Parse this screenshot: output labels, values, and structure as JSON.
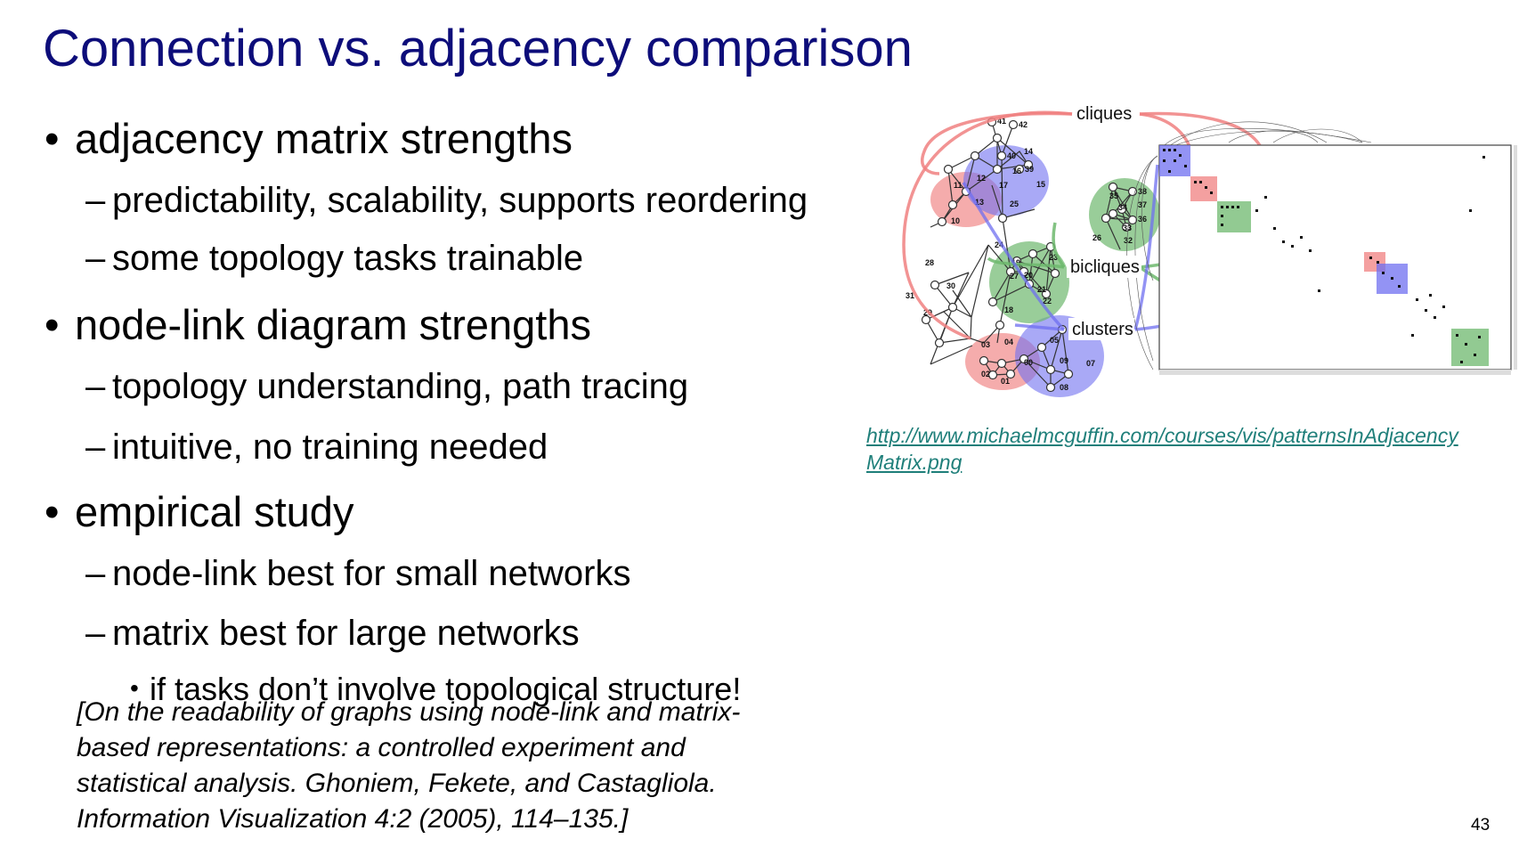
{
  "slide": {
    "title": "Connection vs. adjacency comparison",
    "bullets": [
      {
        "text": "adjacency matrix strengths",
        "subs": [
          {
            "text": "predictability, scalability, supports reordering"
          },
          {
            "text": "some topology tasks trainable"
          }
        ]
      },
      {
        "text": "node-link diagram strengths",
        "subs": [
          {
            "text": "topology understanding, path tracing"
          },
          {
            "text": "intuitive, no training needed"
          }
        ]
      },
      {
        "text": "empirical study",
        "subs": [
          {
            "text": "node-link best for small networks"
          },
          {
            "text": "matrix best for large networks",
            "subs": [
              "if tasks don’t involve topological structure!"
            ]
          }
        ]
      }
    ],
    "citation_lines": [
      "[On the readability of graphs using node-link and matrix-",
      "based representations: a controlled experiment and",
      "statistical analysis. Ghoniem, Fekete, and Castagliola.",
      "Information Visualization 4:2 (2005), 114–135.]"
    ],
    "figure": {
      "labels": {
        "cliques": "cliques",
        "bicliques": "bicliques",
        "clusters": "clusters"
      },
      "node_labels": [
        "41",
        "42",
        "40",
        "39",
        "14",
        "16",
        "11",
        "12",
        "17",
        "15",
        "13",
        "10",
        "25",
        "35",
        "38",
        "34",
        "37",
        "33",
        "36",
        "26",
        "32",
        "24",
        "23",
        "19",
        "20",
        "21",
        "22",
        "18",
        "28",
        "30",
        "31",
        "29",
        "27",
        "03",
        "04",
        "02",
        "01",
        "00",
        "05",
        "06",
        "09",
        "07",
        "08"
      ],
      "colors": {
        "clique": "#f08080",
        "biclique": "#6db86d",
        "cluster": "#6f6ff0"
      }
    },
    "source_link": {
      "line1": "http://www.michaelmcguffin.com/courses/vis/patternsInAdjacency",
      "line2": "Matrix.png"
    },
    "page_number": "43",
    "colors": {
      "title": "#0d0d7a",
      "link": "#1f7f7a"
    }
  }
}
